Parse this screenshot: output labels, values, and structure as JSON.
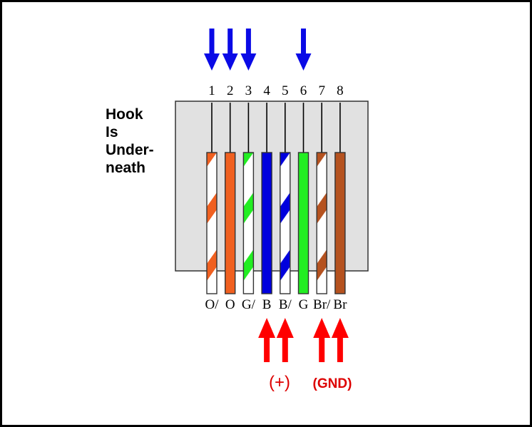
{
  "pin_numbers": [
    "1",
    "2",
    "3",
    "4",
    "5",
    "6",
    "7",
    "8"
  ],
  "hook_note": [
    "Hook",
    "Is",
    "Under-",
    "neath"
  ],
  "wires": [
    {
      "label": "O/",
      "base": "#ffffff",
      "stripe": "#f06020",
      "striped": true
    },
    {
      "label": "O",
      "base": "#f06020",
      "stripe": "#f06020",
      "striped": false
    },
    {
      "label": "G/",
      "base": "#ffffff",
      "stripe": "#22ee22",
      "striped": true
    },
    {
      "label": "B",
      "base": "#0000dd",
      "stripe": "#0000dd",
      "striped": false
    },
    {
      "label": "B/",
      "base": "#ffffff",
      "stripe": "#0000dd",
      "striped": true
    },
    {
      "label": "G",
      "base": "#22ee22",
      "stripe": "#22ee22",
      "striped": false
    },
    {
      "label": "Br/",
      "base": "#ffffff",
      "stripe": "#b5521f",
      "striped": true
    },
    {
      "label": "Br",
      "base": "#b5521f",
      "stripe": "#b5521f",
      "striped": false
    }
  ],
  "blue_arrow_pins": [
    1,
    2,
    3,
    6
  ],
  "red_arrow_pins": [
    4,
    5,
    7,
    8
  ],
  "plus_label": "(+)",
  "gnd_label": "(GND)",
  "colors": {
    "blue_arrow": "#0a0ae6",
    "red_arrow": "#ff0000",
    "connector_body": "#e1e1e1",
    "label_red": "#dd0000"
  }
}
